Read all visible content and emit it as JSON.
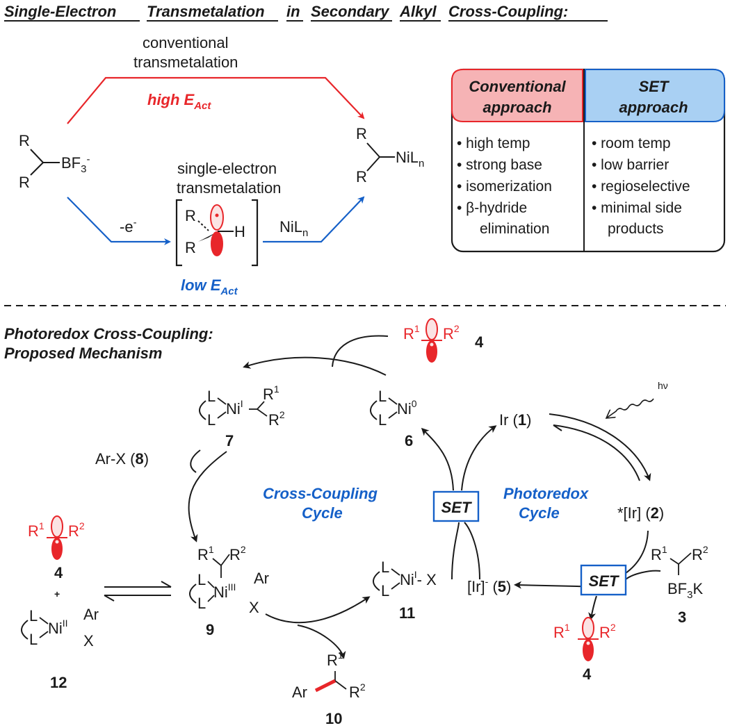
{
  "colors": {
    "red": "#e8262a",
    "blue": "#1560c8",
    "pink_box": "#f6b3b5",
    "blue_box": "#a9d0f3",
    "ink": "#1a1a1a"
  },
  "top": {
    "title_words": [
      "Single-Electron",
      "Transmetalation",
      "in",
      "Secondary",
      "Alkyl",
      "Cross-Coupling:"
    ],
    "conventional_label_1": "conventional",
    "conventional_label_2": "transmetalation",
    "high_eact_main": "high E",
    "high_eact_sub": "Act",
    "set_label_1": "single-electron",
    "set_label_2": "transmetalation",
    "low_eact_main": "low E",
    "low_eact_sub": "Act",
    "minus_e": "-e",
    "minus_e_sup": "-",
    "nil_main": "NiL",
    "nil_sub": "n",
    "substrate_bf3": "BF",
    "substrate_bf3_sub": "3",
    "substrate_bf3_sup": "-",
    "r": "R",
    "h": "H"
  },
  "table": {
    "conventional_header_1": "Conventional",
    "conventional_header_2": "approach",
    "set_header_1": "SET",
    "set_header_2": "approach",
    "conventional_items": [
      "• high temp",
      "• strong base",
      "• isomerization",
      "• β-hydride",
      "elimination"
    ],
    "set_items": [
      "• room temp",
      "• low barrier",
      "• regioselective",
      "• minimal side",
      "products"
    ]
  },
  "mechanism": {
    "title_1": "Photoredox Cross-Coupling:",
    "title_2": "Proposed Mechanism",
    "cross_coupling_1": "Cross-Coupling",
    "cross_coupling_2": "Cycle",
    "photoredox_1": "Photoredox",
    "photoredox_2": "Cycle",
    "set_label": "SET",
    "hv": "hν",
    "ir1": "Ir (",
    "ir1_num": "1",
    "ir2": "*[Ir] (",
    "ir2_num": "2",
    "ir5": "[Ir]",
    "ir5_sup": "-",
    "ir5_num": "5",
    "arx": "Ar-X (",
    "arx_num": "8",
    "bf3k": "BF",
    "bf3k_sub": "3",
    "bf3k_k": "K",
    "r1": "R",
    "r2": "R",
    "sup1": "1",
    "sup2": "2",
    "ni0": "Ni",
    "ni0_sup": "0",
    "nii": "Ni",
    "nii_sup": "I",
    "niii": "Ni",
    "niii_sup": "II",
    "niiii": "Ni",
    "niiii_sup": "III",
    "l": "L",
    "x": "X",
    "ar": "Ar",
    "dash_x": "- X",
    "compound_numbers": [
      "3",
      "4",
      "6",
      "7",
      "9",
      "10",
      "11",
      "12"
    ],
    "plus": "+",
    "close_paren": ")"
  }
}
